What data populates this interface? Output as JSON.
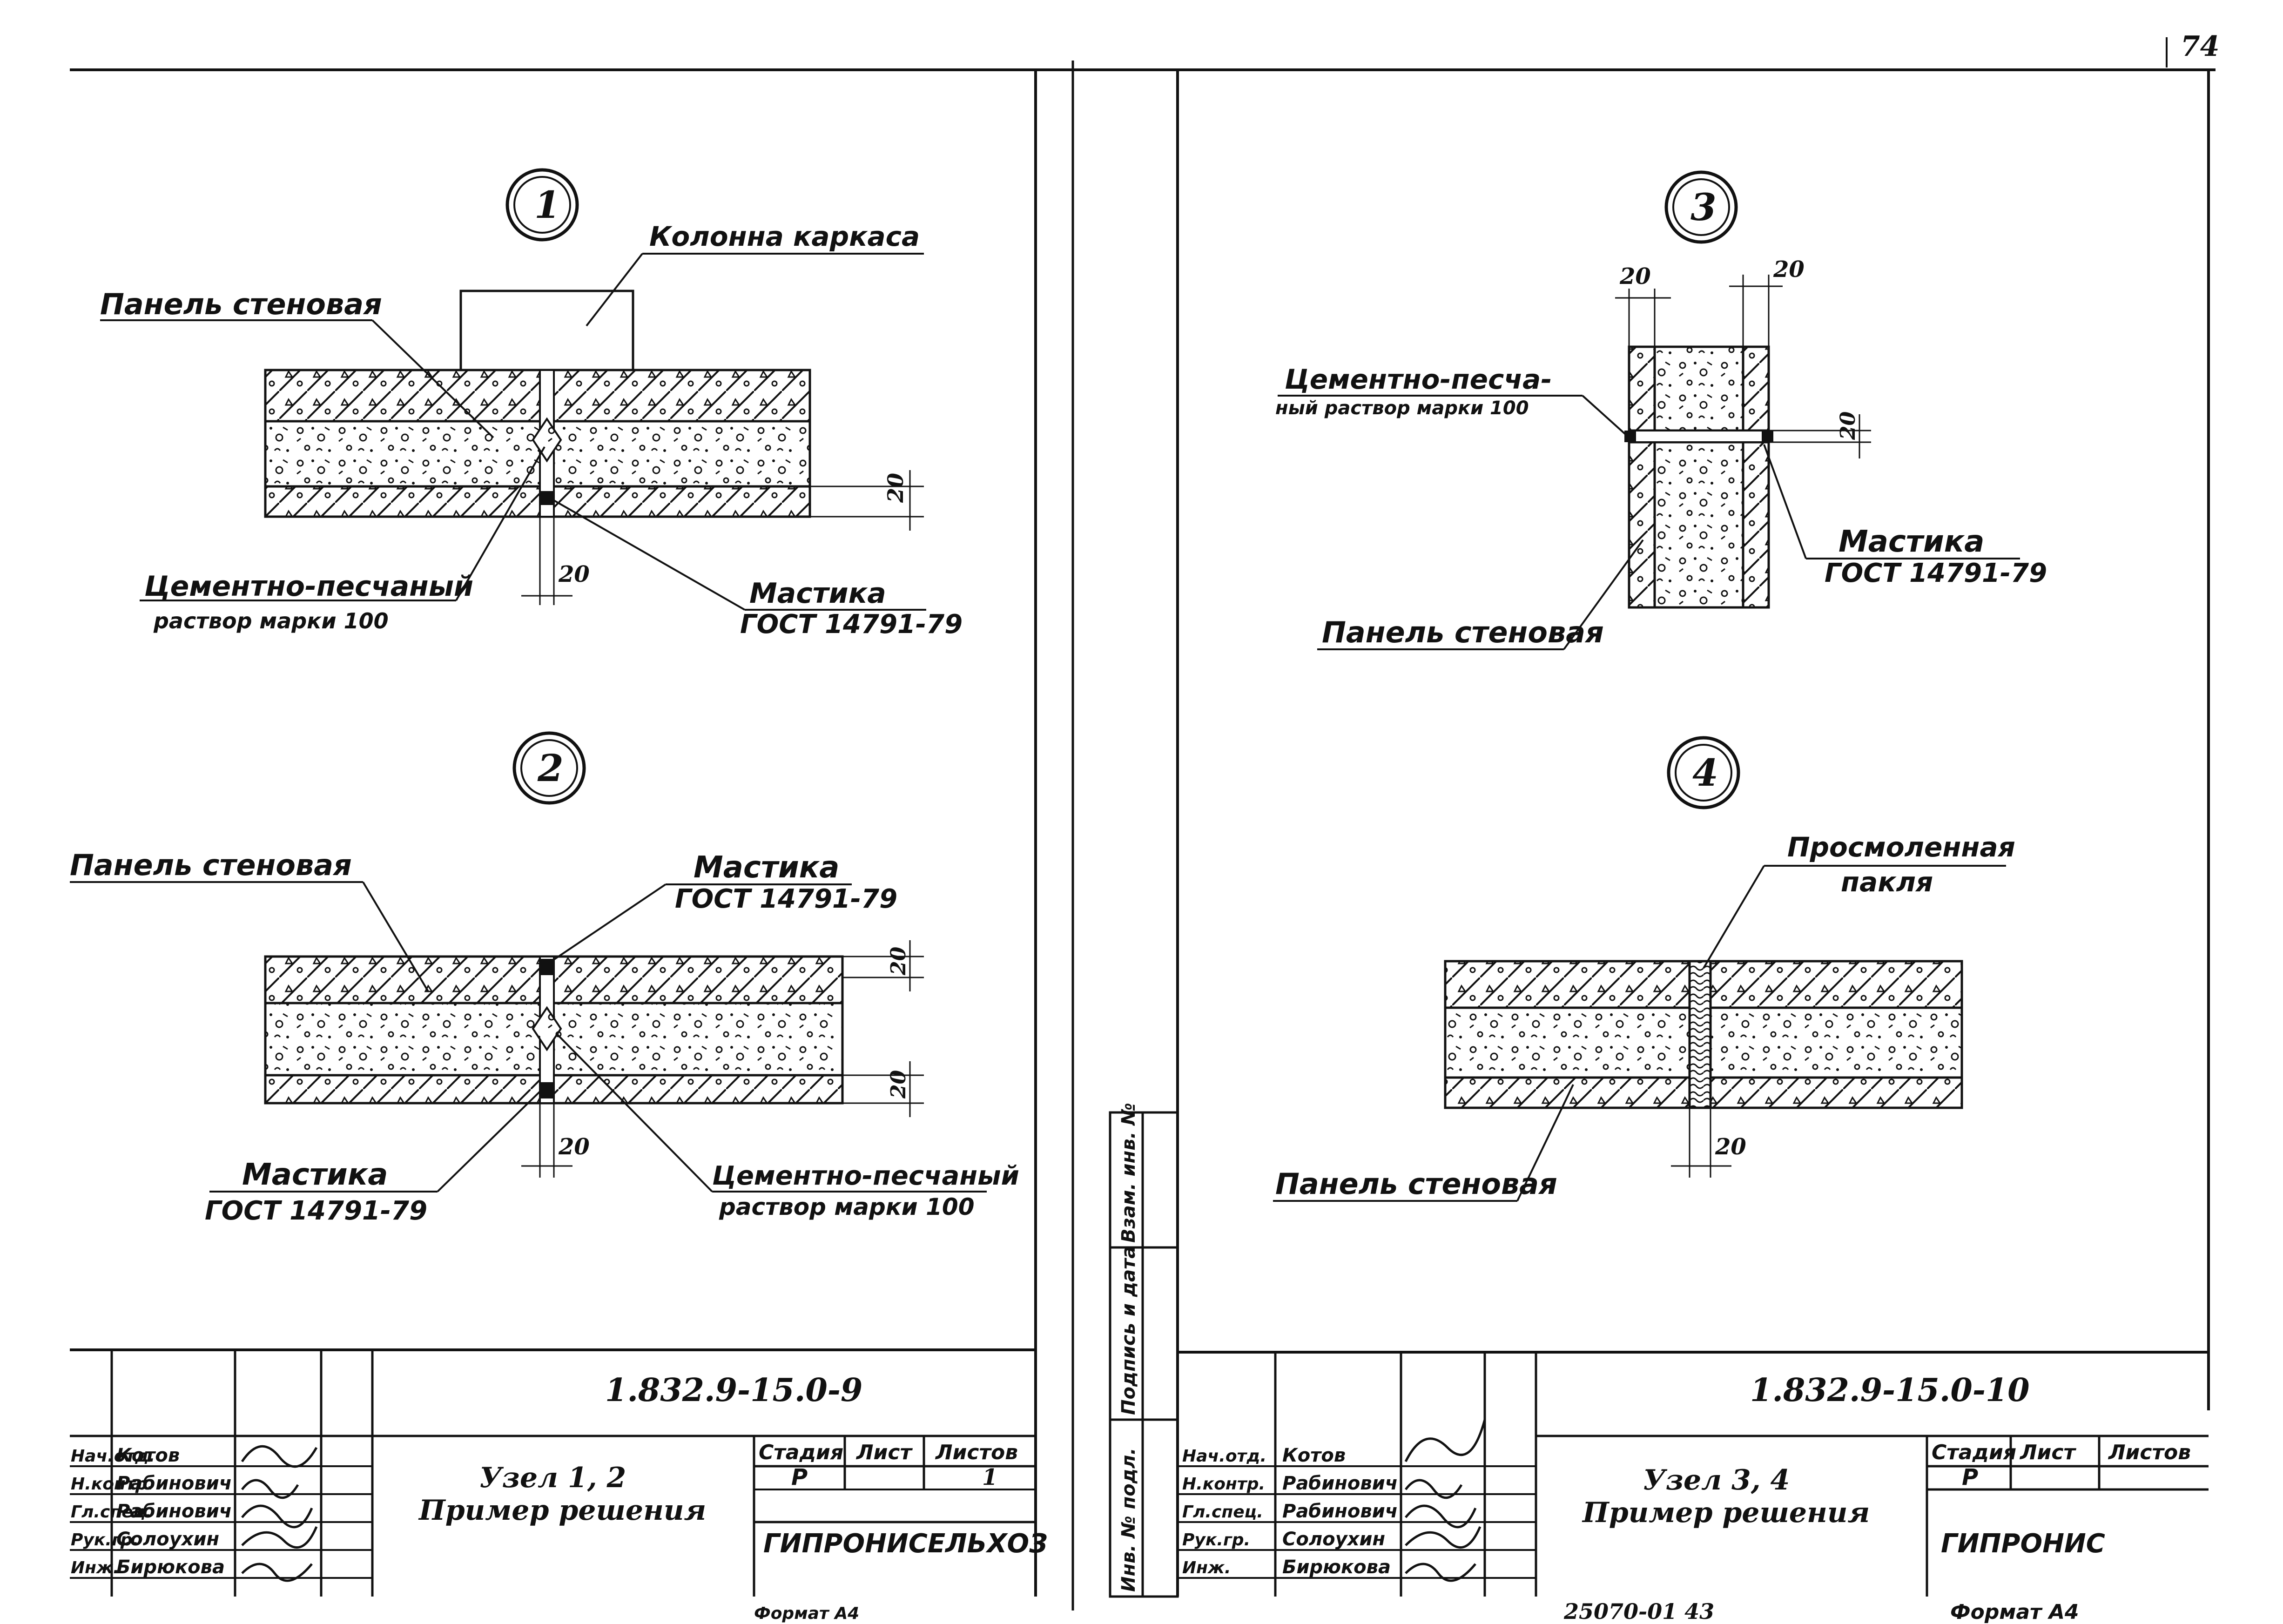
{
  "page_number": "74",
  "nodes": {
    "n1": {
      "number": "1",
      "column_label": "Колонна каркаса",
      "panel_label": "Панель стеновая",
      "mortar_label_1": "Цементно-песчаный",
      "mortar_label_2": "раствор марки 100",
      "mastic_label": "Мастика",
      "mastic_gost": "ГОСТ 14791-79",
      "dim_vertical": "20",
      "dim_joint": "20"
    },
    "n2": {
      "number": "2",
      "panel_label": "Панель стеновая",
      "mastic_top_label": "Мастика",
      "mastic_top_gost": "ГОСТ 14791-79",
      "mastic_bottom_label": "Мастика",
      "mastic_bottom_gost": "ГОСТ 14791-79",
      "mortar_label_1": "Цементно-песчаный",
      "mortar_label_2": "раствор марки 100",
      "dim_top": "20",
      "dim_bottom": "20",
      "dim_joint": "20"
    },
    "n3": {
      "number": "3",
      "dim_left": "20",
      "dim_right": "20",
      "dim_joint": "20",
      "mortar_label_1": "Цементно-песча-",
      "mortar_label_2": "ный раствор марки 100",
      "mastic_label": "Мастика",
      "mastic_gost": "ГОСТ 14791-79",
      "panel_label": "Панель стеновая"
    },
    "n4": {
      "number": "4",
      "tow_label_1": "Просмоленная",
      "tow_label_2": "пакля",
      "panel_label": "Панель стеновая",
      "dim_joint": "20"
    }
  },
  "vertical_strip": {
    "cell1": "Инв. № подл.",
    "cell2": "Подпись и дата",
    "cell3": "Взам. инв. №"
  },
  "title_block_left": {
    "doc_number": "1.832.9-15.0-9",
    "title_1": "Узел 1, 2",
    "title_2": "Пример решения",
    "stage_header": "Стадия",
    "sheet_header": "Лист",
    "sheets_header": "Листов",
    "stage": "Р",
    "sheet": "1",
    "org": "ГИПРОНИСЕЛЬХОЗ",
    "format": "Формат А4",
    "rows": [
      {
        "role": "Нач.отд.",
        "name": "Котов"
      },
      {
        "role": "Н.контр.",
        "name": "Рабинович"
      },
      {
        "role": "Гл.спец.",
        "name": "Рабинович"
      },
      {
        "role": "Рук.гр.",
        "name": "Солоухин"
      },
      {
        "role": "Инж.",
        "name": "Бирюкова"
      }
    ]
  },
  "title_block_right": {
    "doc_number": "1.832.9-15.0-10",
    "title_1": "Узел 3, 4",
    "title_2": "Пример решения",
    "stage_header": "Стадия",
    "sheet_header": "Лист",
    "sheets_header": "Листов",
    "stage": "Р",
    "org": "ГИПРОНИС",
    "format": "Формат А4",
    "copy_code": "25070-01  43",
    "rows": [
      {
        "role": "Нач.отд.",
        "name": "Котов"
      },
      {
        "role": "Н.контр.",
        "name": "Рабинович"
      },
      {
        "role": "Гл.спец.",
        "name": "Рабинович"
      },
      {
        "role": "Рук.гр.",
        "name": "Солоухин"
      },
      {
        "role": "Инж.",
        "name": "Бирюкова"
      }
    ]
  }
}
